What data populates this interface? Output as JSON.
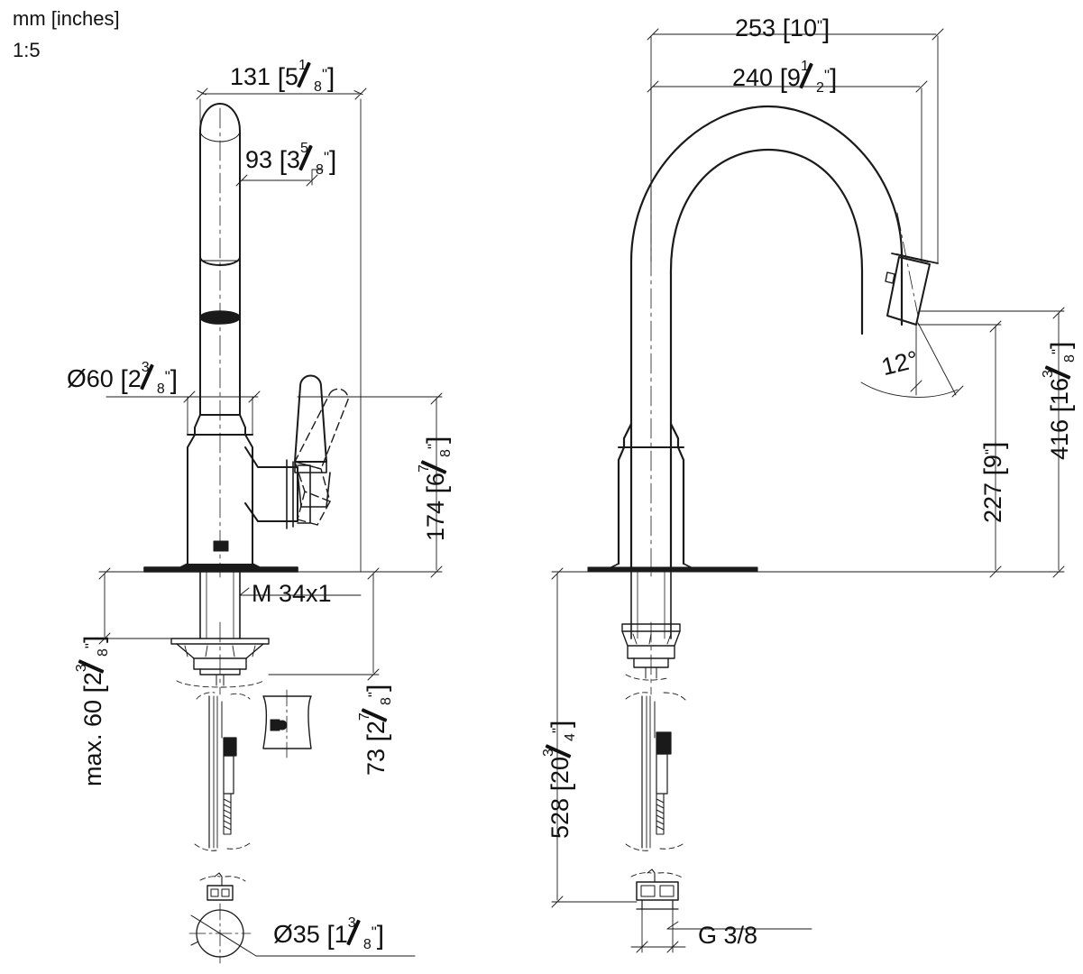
{
  "sheet": {
    "units_note": "mm [inches]",
    "scale": "1:5",
    "line_color": "#1a1a1a",
    "background": "#ffffff"
  },
  "views": [
    {
      "id": "front-view",
      "name": "front elevation of pull-down kitchen faucet"
    },
    {
      "id": "side-view",
      "name": "side elevation of pull-down kitchen faucet"
    }
  ],
  "dimensions": {
    "front_view": [
      {
        "id": "overall-width",
        "mm": "131",
        "inch_whole": "5",
        "inch_num": "1",
        "inch_den": "8",
        "text": "131 [5 1/8\"]",
        "orientation": "horizontal"
      },
      {
        "id": "spout-head-width",
        "mm": "93",
        "inch_whole": "3",
        "inch_num": "5",
        "inch_den": "8",
        "text": "93 [3 5/8\"]",
        "orientation": "horizontal"
      },
      {
        "id": "base-diameter",
        "mm": "60",
        "inch_whole": "2",
        "inch_num": "3",
        "inch_den": "8",
        "text": "Ø 60 [2 3/8\"]",
        "orientation": "horizontal",
        "prefix": "Ø"
      },
      {
        "id": "lever-height",
        "mm": "174",
        "inch_whole": "6",
        "inch_num": "7",
        "inch_den": "8",
        "text": "174 [6 7/8\"]",
        "orientation": "vertical"
      },
      {
        "id": "below-deck-thread",
        "mm": "73",
        "inch_whole": "2",
        "inch_num": "7",
        "inch_den": "8",
        "text": "73 [2 7/8\"]",
        "orientation": "vertical"
      },
      {
        "id": "max-deck-thickness",
        "mm": "max. 60",
        "inch_whole": "2",
        "inch_num": "3",
        "inch_den": "8",
        "text": "max. 60 [2 3/8\"]",
        "orientation": "vertical"
      },
      {
        "id": "thread-callout",
        "text": "M 34x1",
        "orientation": "horizontal"
      },
      {
        "id": "hole-diameter",
        "mm": "35",
        "inch_whole": "1",
        "inch_num": "3",
        "inch_den": "8",
        "text": "Ø 35 [1 3/8\"]",
        "orientation": "horizontal",
        "prefix": "Ø"
      }
    ],
    "side_view": [
      {
        "id": "overall-reach",
        "mm": "253",
        "inch_whole": "10",
        "inch_num": "",
        "inch_den": "",
        "text": "253 [10\"]",
        "orientation": "horizontal"
      },
      {
        "id": "spout-reach",
        "mm": "240",
        "inch_whole": "9",
        "inch_num": "1",
        "inch_den": "2",
        "text": "240 [9 1/2\"]",
        "orientation": "horizontal"
      },
      {
        "id": "overall-height",
        "mm": "416",
        "inch_whole": "16",
        "inch_num": "3",
        "inch_den": "8",
        "text": "416 [16 3/8\"]",
        "orientation": "vertical"
      },
      {
        "id": "spout-outlet-height",
        "mm": "227",
        "inch_whole": "9",
        "inch_num": "",
        "inch_den": "",
        "text": "227 [9\"]",
        "orientation": "vertical"
      },
      {
        "id": "hose-length",
        "mm": "528",
        "inch_whole": "20",
        "inch_num": "3",
        "inch_den": "4",
        "text": "528 [20 3/4\"]",
        "orientation": "vertical"
      },
      {
        "id": "outlet-angle",
        "text": "12°",
        "orientation": "angle"
      },
      {
        "id": "supply-connection",
        "text": "G 3/8",
        "orientation": "horizontal"
      }
    ]
  }
}
